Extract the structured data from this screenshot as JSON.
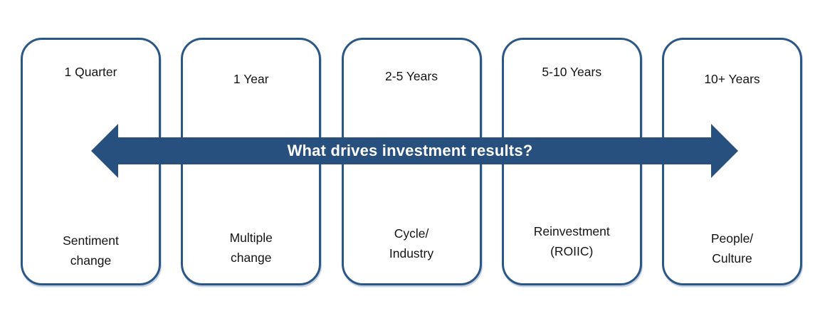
{
  "diagram": {
    "arrow_label": "What drives investment results?"
  },
  "boxes": [
    {
      "timeframe": "1 Quarter",
      "driver_line1": "Sentiment",
      "driver_line2": "change"
    },
    {
      "timeframe": "1 Year",
      "driver_line1": "Multiple",
      "driver_line2": "change"
    },
    {
      "timeframe": "2-5 Years",
      "driver_line1": "Cycle/",
      "driver_line2": "Industry"
    },
    {
      "timeframe": "5-10 Years",
      "driver_line1": "Reinvestment",
      "driver_line2": "(ROIIC)"
    },
    {
      "timeframe": "10+ Years",
      "driver_line1": "People/",
      "driver_line2": "Culture"
    }
  ],
  "colors": {
    "navy": "#27507e",
    "box_border": "#2b5787",
    "label_text": "#141414",
    "arrow_text": "#ffffff",
    "background": "#ffffff"
  }
}
